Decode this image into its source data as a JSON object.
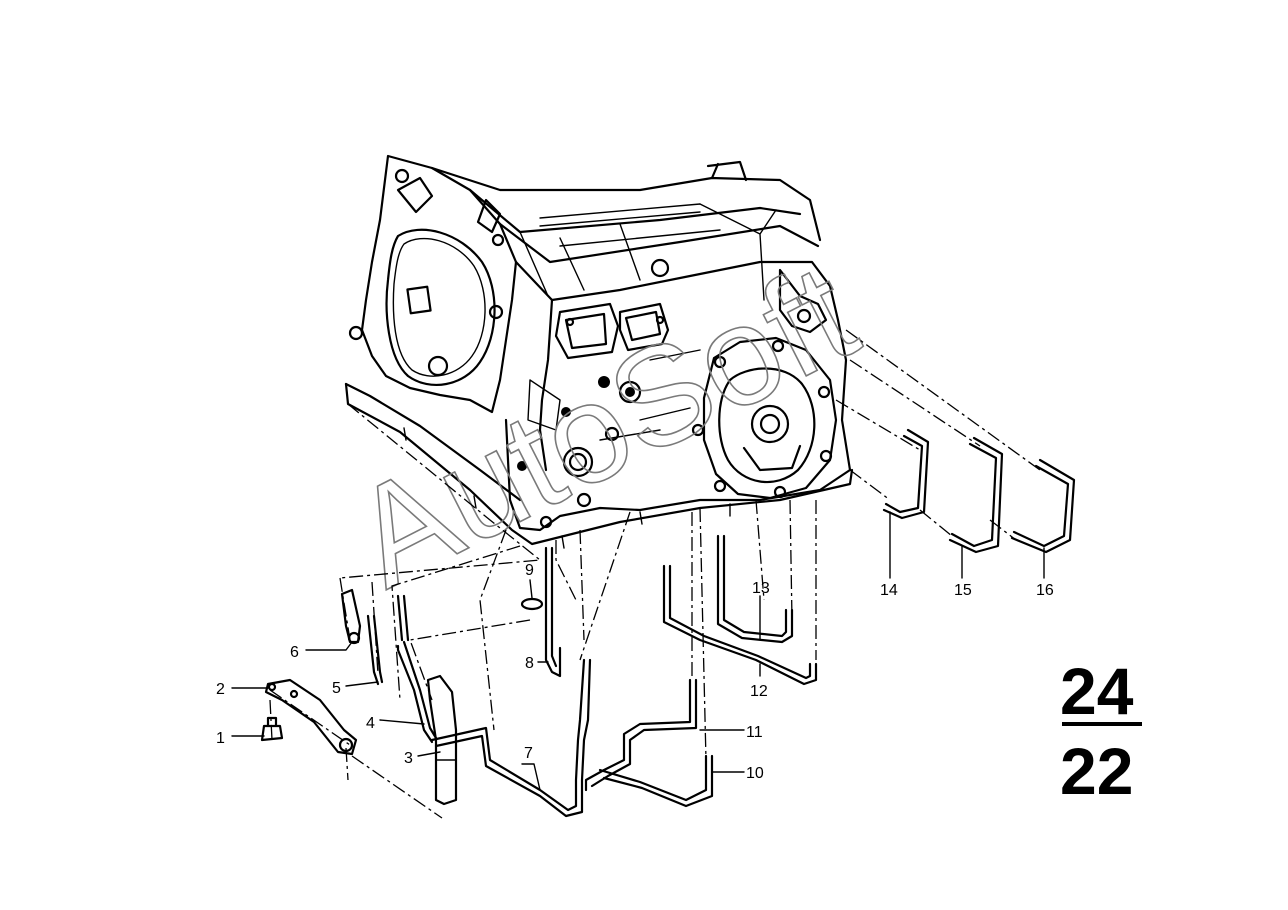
{
  "watermark": "AutoSoft",
  "page_number": {
    "top": "24",
    "bottom": "22"
  },
  "callouts": [
    {
      "id": "c1",
      "label": "1"
    },
    {
      "id": "c2",
      "label": "2"
    },
    {
      "id": "c3",
      "label": "3"
    },
    {
      "id": "c4",
      "label": "4"
    },
    {
      "id": "c5",
      "label": "5"
    },
    {
      "id": "c6",
      "label": "6"
    },
    {
      "id": "c7",
      "label": "7"
    },
    {
      "id": "c8",
      "label": "8"
    },
    {
      "id": "c9",
      "label": "9"
    },
    {
      "id": "c10",
      "label": "10"
    },
    {
      "id": "c11",
      "label": "11"
    },
    {
      "id": "c12",
      "label": "12"
    },
    {
      "id": "c13",
      "label": "13"
    },
    {
      "id": "c14",
      "label": "14"
    },
    {
      "id": "c15",
      "label": "15"
    },
    {
      "id": "c16",
      "label": "16"
    }
  ]
}
